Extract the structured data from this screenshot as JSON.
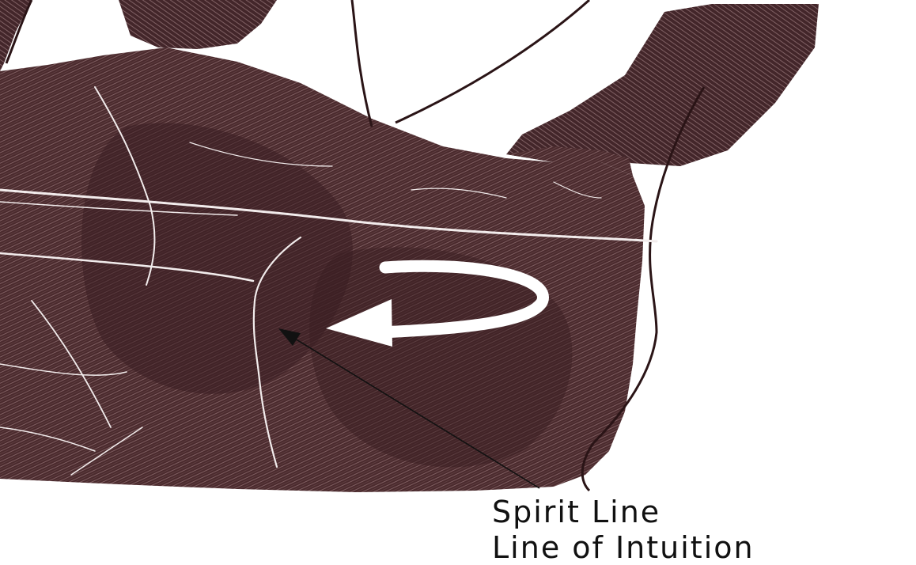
{
  "image": {
    "subject": "palm-print",
    "colors": {
      "ink": "#4a2a2d",
      "ink_dark": "#3a1e22",
      "paper": "#ffffff",
      "crease": "#f2ecec",
      "caption": "#111111"
    },
    "icons": [
      "curved-arrow-icon",
      "pointer-arrow-icon"
    ]
  },
  "captions": {
    "line1": "Spirit Line",
    "line2": "Line of Intuition"
  }
}
